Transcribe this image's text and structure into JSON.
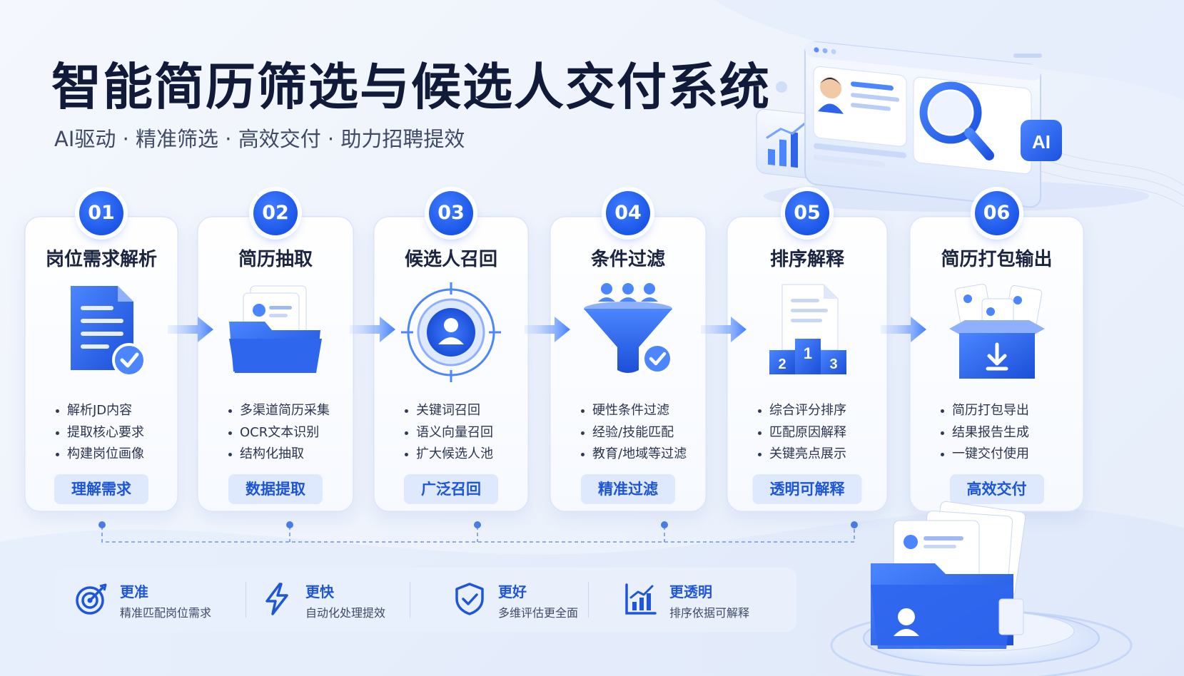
{
  "header": {
    "title": "智能简历筛选与候选人交付系统",
    "subtitle": "AI驱动 · 精准筛选 · 高效交付 · 助力招聘提效"
  },
  "hero": {
    "ai_badge": "AI"
  },
  "steps": [
    {
      "num": "01",
      "title": "岗位需求解析",
      "icon": "document-check-icon",
      "bullets": [
        "解析JD内容",
        "提取核心要求",
        "构建岗位画像"
      ],
      "tag": "理解需求"
    },
    {
      "num": "02",
      "title": "简历抽取",
      "icon": "resume-folder-icon",
      "bullets": [
        "多渠道简历采集",
        "OCR文本识别",
        "结构化抽取"
      ],
      "tag": "数据提取"
    },
    {
      "num": "03",
      "title": "候选人召回",
      "icon": "target-person-icon",
      "bullets": [
        "关键词召回",
        "语义向量召回",
        "扩大候选人池"
      ],
      "tag": "广泛召回"
    },
    {
      "num": "04",
      "title": "条件过滤",
      "icon": "funnel-icon",
      "bullets": [
        "硬性条件过滤",
        "经验/技能匹配",
        "教育/地域等过滤"
      ],
      "tag": "精准过滤"
    },
    {
      "num": "05",
      "title": "排序解释",
      "icon": "ranking-podium-icon",
      "bullets": [
        "综合评分排序",
        "匹配原因解释",
        "关键亮点展示"
      ],
      "tag": "透明可解释"
    },
    {
      "num": "06",
      "title": "简历打包输出",
      "icon": "package-box-icon",
      "bullets": [
        "简历打包导出",
        "结果报告生成",
        "一键交付使用"
      ],
      "tag": "高效交付"
    }
  ],
  "podium_labels": [
    "2",
    "1",
    "3"
  ],
  "benefits": [
    {
      "title": "更准",
      "desc": "精准匹配岗位需求",
      "icon": "target-icon"
    },
    {
      "title": "更快",
      "desc": "自动化处理提效",
      "icon": "lightning-icon"
    },
    {
      "title": "更好",
      "desc": "多维评估更全面",
      "icon": "shield-check-icon"
    },
    {
      "title": "更透明",
      "desc": "排序依据可解释",
      "icon": "bar-chart-icon"
    }
  ],
  "colors": {
    "primary": "#1c56e8",
    "primary_light": "#3f7dff",
    "tag_bg": "#dfe9fd",
    "title_text": "#111a38"
  }
}
